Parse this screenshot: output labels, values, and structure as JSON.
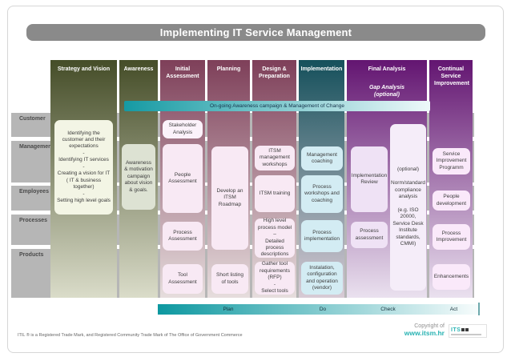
{
  "title": "Implementing IT Service Management",
  "row_labels": [
    "Customer",
    "Management",
    "Employees",
    "Processes",
    "Products"
  ],
  "columns": [
    {
      "label": "Strategy and Vision"
    },
    {
      "label": "Awareness"
    },
    {
      "label": "Initial Assessment"
    },
    {
      "label": "Planning"
    },
    {
      "label": "Design & Preparation"
    },
    {
      "label": "Implementation"
    },
    {
      "label": "Final Analysis",
      "sub": "Gap Analysis\n(optional)"
    },
    {
      "label": "Continual Service Improvement"
    }
  ],
  "ongoing_banner": "On-going Awareness campaign & Management of Change",
  "boxes": {
    "strategy": "Identifying the customer and their expectations\n-\nIdentifying IT services\n-\nCreating a vision for IT ( IT & business together)\n-\nSetting high level goals",
    "awareness": "Awareness & motivation campaign about vision & goals.",
    "initial": [
      "Stakeholder Analysis",
      "People Assessment",
      "Process Assessment",
      "Tool Assessment"
    ],
    "planning": [
      "Develop an ITSM Roadmap",
      "Short listing of tools"
    ],
    "design": [
      "ITSM management workshops",
      "ITSM training",
      "High level process model\n–\nDetailed process descriptions",
      "Gather tool requirements (RFP)\n-\nSelect tools"
    ],
    "implementation": [
      "Management coaching",
      "Process workshops and coaching",
      "Process implementation",
      "Instalation, configuration and operation (vendor)"
    ],
    "final_left": [
      "Implementation Review",
      "Process assessment"
    ],
    "final_right": "(optional)\n\nNorm/standard compliance analysis\n\n(e.g. ISO 20000, Service Desk Institute standards, CMMI)",
    "csi": [
      "Service Improvement Programm",
      "People development",
      "Process Improvement",
      "Enhancements"
    ]
  },
  "pdca": [
    "Plan",
    "Do",
    "Check",
    "Act"
  ],
  "footer": {
    "itil": "ITIL ® is a Registered Trade Mark, and Registered Community Trade Mark of The Office of Government Commerce",
    "copyright_label": "Copyright of",
    "copyright_url": "www.itsm.hr",
    "logo_text": "ITS"
  },
  "colors": {
    "title_bar": "#8a8a8a",
    "green_column_top": "#454d28",
    "mauve_column_top": "#7e3f59",
    "teal_column_top": "#15505b",
    "purple_column_top": "#631571",
    "banner_teal": "#159aa3",
    "link_teal": "#29b3b3",
    "row_band": "#b6b6b6"
  }
}
